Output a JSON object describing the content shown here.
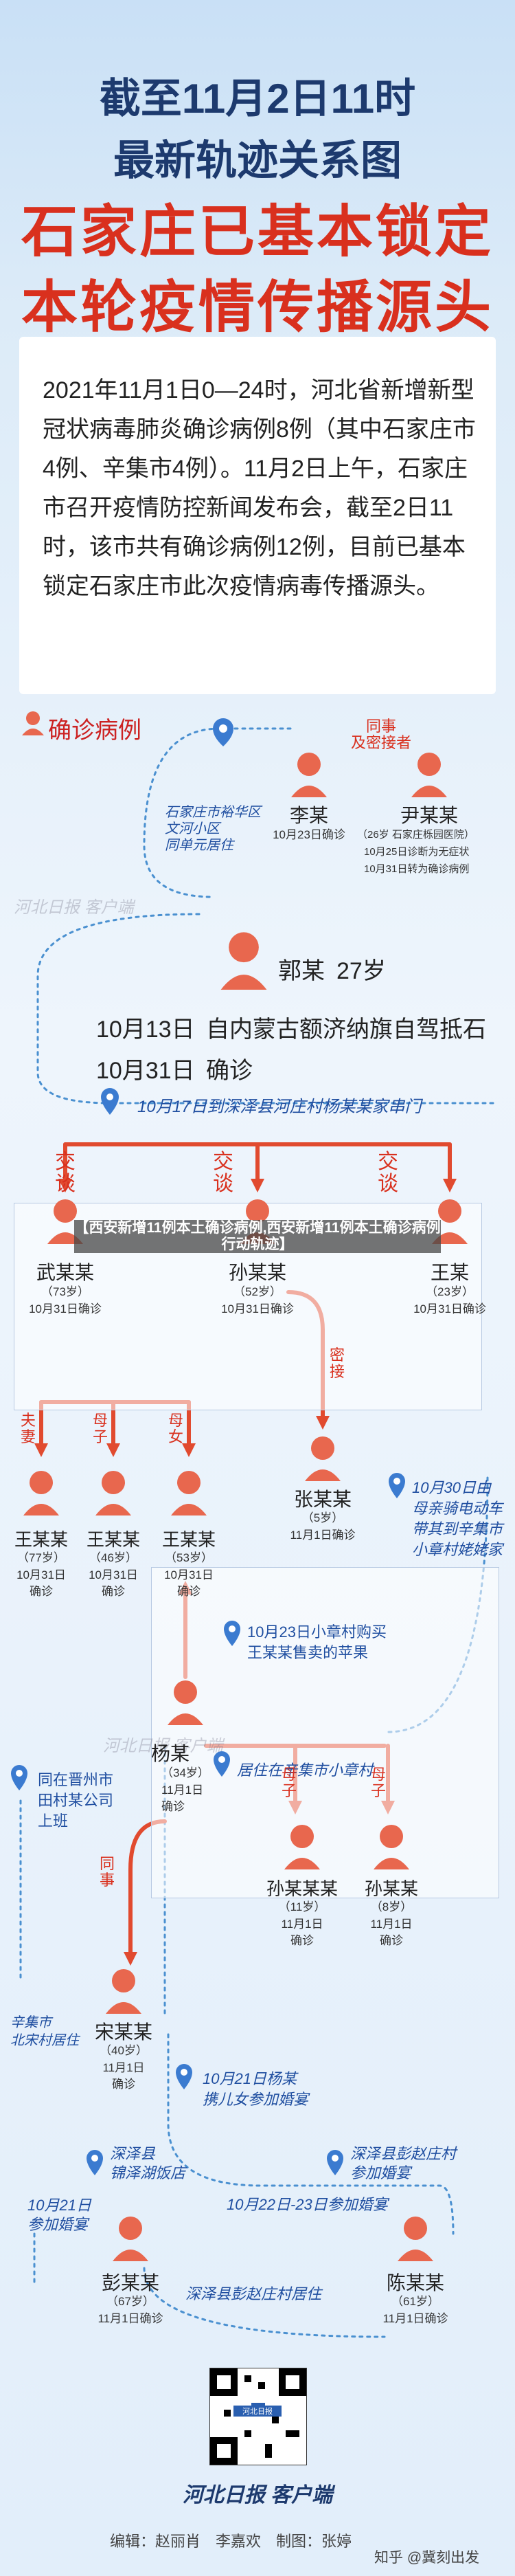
{
  "header": {
    "line1": "截至11月2日11时",
    "line2": "最新轨迹关系图",
    "big1": "石家庄已基本锁定",
    "big2": "本轮疫情传播源头"
  },
  "intro": "2021年11月1日0—24时，河北省新增新型冠状病毒肺炎确诊病例8例（其中石家庄市4例、辛集市4例）。11月2日上午，石家庄市召开疫情防控新闻发布会，截至2日11时，该市共有确诊病例12例，目前已基本锁定石家庄市此次疫情病毒传播源头。",
  "legend": "确诊病例",
  "top_cluster": {
    "note": "石家庄市裕华区\n文河小区\n同单元居住",
    "colleague": "同事\n及密接者",
    "li": {
      "name": "李某",
      "date": "10月23日确诊"
    },
    "yin": {
      "name": "尹某某",
      "age": "（26岁 石家庄栎园医院）",
      "l1": "10月25日诊断为无症状",
      "l2": "10月31日转为确诊病例"
    }
  },
  "guo": {
    "name": "郭某",
    "age": "27岁",
    "r1d": "10月13日",
    "r1": "自内蒙古额济纳旗自驾抵石",
    "r2d": "10月31日",
    "r2": "确诊"
  },
  "event1": "10月17日到深泽县河庄村杨某某家串门",
  "jiaotan": "交\n谈",
  "wu": {
    "name": "武某某",
    "age": "（73岁）",
    "date": "10月31日确诊"
  },
  "sun1": {
    "name": "孙某某",
    "age": "（52岁）",
    "date": "10月31日确诊"
  },
  "wang1": {
    "name": "王某",
    "age": "（23岁）",
    "date": "10月31日确诊"
  },
  "rel_fuqi": "夫\n妻",
  "rel_muzi": "母\n子",
  "rel_munv": "母\n女",
  "rel_mijie": "密\n接",
  "wangA": {
    "name": "王某某",
    "age": "（77岁）",
    "date": "10月31日\n确诊"
  },
  "wangB": {
    "name": "王某某",
    "age": "（46岁）",
    "date": "10月31日\n确诊"
  },
  "wangC": {
    "name": "王某某",
    "age": "（53岁）",
    "date": "10月31日\n确诊"
  },
  "zhang": {
    "name": "张某某",
    "age": "（5岁）",
    "date": "11月1日确诊"
  },
  "note_oct30": "10月30日由\n母亲骑电动车\n带其到辛集市\n小章村姥姥家",
  "event_oct23": "10月23日小章村购买\n王某某售卖的苹果",
  "yang": {
    "name": "杨某",
    "age": "（34岁）",
    "date": "11月1日\n确诊"
  },
  "note_xinji": "居住在辛集市小章村",
  "note_jinzhou": "同在晋州市\n田村某公司\n上班",
  "rel_tongshi": "同\n事",
  "sunB": {
    "name": "孙某某某",
    "age": "（11岁）",
    "date": "11月1日\n确诊"
  },
  "sunC": {
    "name": "孙某某",
    "age": "（8岁）",
    "date": "11月1日\n确诊"
  },
  "song": {
    "name": "宋某某",
    "age": "（40岁）",
    "date": "11月1日\n确诊"
  },
  "note_beisong": "辛集市\n北宋村居住",
  "event_oct21": "10月21日杨某\n携儿女参加婚宴",
  "note_jinze": "深泽县\n锦泽湖饭店",
  "note_pengzhuang": "深泽县彭赵庄村\n参加婚宴",
  "note_oct21b": "10月21日\n参加婚宴",
  "note_oct22": "10月22日-23日参加婚宴",
  "peng": {
    "name": "彭某某",
    "age": "（67岁）",
    "date": "11月1日确诊"
  },
  "chen": {
    "name": "陈某某",
    "age": "（61岁）",
    "date": "11月1日确诊"
  },
  "note_pengliving": "深泽县彭赵庄村居住",
  "caption": "【西安新增11例本土确诊病例,西安新增11例本土确诊病例行动轨迹】",
  "footer": {
    "brand": "河北日报 客户端",
    "credits": "编辑：赵丽肖　李嘉欢　制图：张婷",
    "zhihu": "知乎 @冀刻出发",
    "qr_label": "河北日报"
  },
  "watermark": "河北日报 客户端",
  "colors": {
    "red": "#d9301e",
    "navy": "#1d3a6e",
    "blue_line": "#4a90d0",
    "icon": "#e8674e"
  }
}
